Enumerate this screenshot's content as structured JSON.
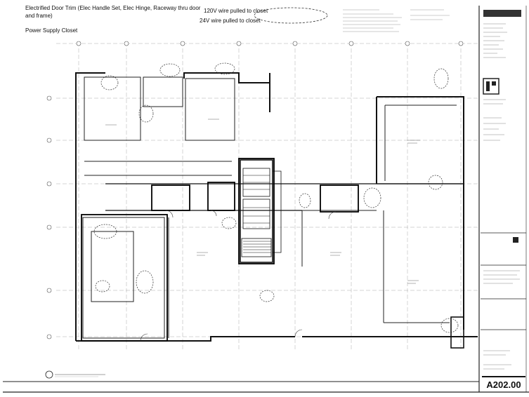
{
  "legend": {
    "electrified_door_trim": "Electrified Door Trim (Elec Handle Set, Elec Hinge, Raceway thru door and frame)",
    "wire_120v": "120V wire pulled to closet",
    "wire_24v": "24V wire pulled to closet",
    "power_supply_closet": "Power Supply Closet"
  },
  "title_block": {
    "sheet_number": "A202.00"
  },
  "colors": {
    "line": "#222222",
    "paper": "#ffffff"
  }
}
